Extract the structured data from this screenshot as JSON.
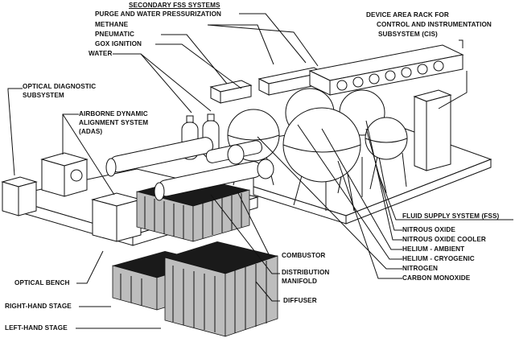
{
  "labels": {
    "secondary_fss_systems": "SECONDARY FSS SYSTEMS",
    "purge_water": "PURGE AND WATER PRESSURIZATION",
    "methane": "METHANE",
    "pneumatic": "PNEUMATIC",
    "gox_ignition": "GOX IGNITION",
    "water": "WATER",
    "device_rack_1": "DEVICE AREA RACK FOR",
    "device_rack_2": "CONTROL AND INSTRUMENTATION",
    "device_rack_3": "SUBSYSTEM (CIS)",
    "optical_diag_1": "OPTICAL DIAGNOSTIC",
    "optical_diag_2": "SUBSYSTEM",
    "adas_1": "AIRBORNE DYNAMIC",
    "adas_2": "ALIGNMENT SYSTEM",
    "adas_3": "(ADAS)",
    "fss_title": "FLUID SUPPLY SYSTEM (FSS)",
    "nitrous_oxide": "NITROUS OXIDE",
    "nitrous_oxide_cooler": "NITROUS OXIDE COOLER",
    "helium_ambient": "HELIUM - AMBIENT",
    "helium_cryogenic": "HELIUM - CRYOGENIC",
    "nitrogen": "NITROGEN",
    "carbon_monoxide": "CARBON MONOXIDE",
    "combustor": "COMBUSTOR",
    "distribution_1": "DISTRIBUTION",
    "distribution_2": "MANIFOLD",
    "diffuser": "DIFFUSER",
    "optical_bench": "OPTICAL BENCH",
    "right_stage": "RIGHT-HAND STAGE",
    "left_stage": "LEFT-HAND STAGE"
  }
}
